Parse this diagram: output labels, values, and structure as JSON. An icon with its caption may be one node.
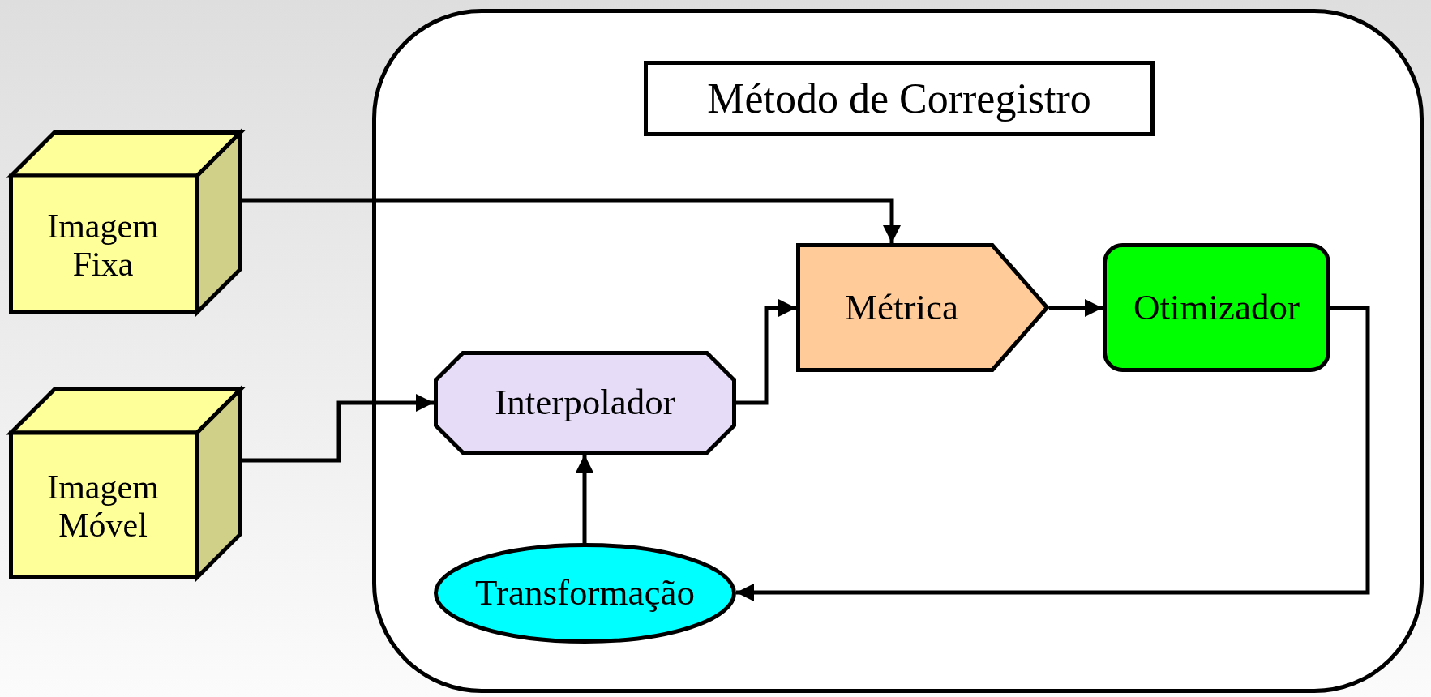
{
  "diagram": {
    "nodes": [
      {
        "text": [
          "Imagem Fixa"
        ]
      },
      {
        "text": [
          "Imagem Móvel"
        ]
      },
      {
        "text": [],
        "shape": "box"
      },
      {
        "text": [
          "Método de Corregistro"
        ],
        "in": 2
      },
      {
        "text": [
          "Métrica"
        ],
        "in": 2
      },
      {
        "text": [
          "Otimizador"
        ],
        "in": 2
      },
      {
        "text": [
          "Interpolador"
        ],
        "in": 2
      },
      {
        "text": [
          "Transformação"
        ],
        "in": 2
      }
    ],
    "edges": [
      {
        "from": 0,
        "to": 4,
        "arrow": "to"
      },
      {
        "from": 1,
        "to": 6,
        "arrow": "to"
      },
      {
        "from": 6,
        "to": 4,
        "arrow": "to"
      },
      {
        "from": 4,
        "to": 5,
        "arrow": "to"
      },
      {
        "from": 5,
        "to": 7,
        "arrow": "to"
      },
      {
        "from": 7,
        "to": 6,
        "arrow": "to"
      }
    ]
  }
}
